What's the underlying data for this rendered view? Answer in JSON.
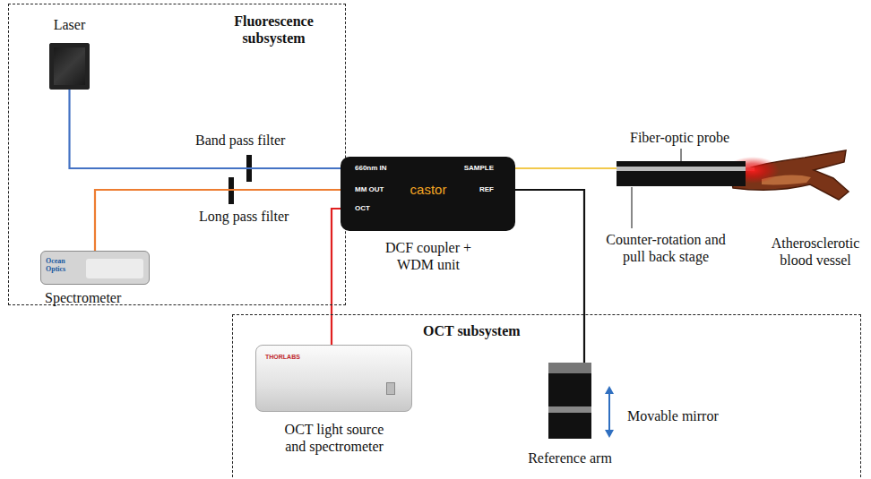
{
  "diagram": {
    "nodes": [
      {
        "text": [
          "Fluorescence subsystem"
        ]
      },
      {
        "text": [
          "Laser"
        ],
        "in": 0
      },
      {
        "text": [
          "Ocean Optics",
          "Spectrometer"
        ],
        "in": 0
      },
      {
        "text": [
          "660nm IN",
          "MM OUT",
          "OCT",
          "SAMPLE",
          "REF",
          "castor",
          "DCF coupler + WDM unit"
        ]
      },
      {
        "text": [
          "Fiber-optic probe",
          "Counter-rotation and pull back stage"
        ]
      },
      {
        "text": [
          "OCT subsystem"
        ]
      },
      {
        "text": [
          "THORLABS",
          "OCT light source and spectrometer"
        ],
        "in": 5
      },
      {
        "text": [
          "Reference arm"
        ],
        "in": 5
      }
    ],
    "edges": [
      {
        "from": 1,
        "to": 3,
        "arrow": "none"
      },
      {
        "from": 2,
        "to": 3,
        "arrow": "none"
      },
      {
        "from": 6,
        "to": 3,
        "arrow": "none"
      },
      {
        "from": 3,
        "to": 4,
        "arrow": "none"
      },
      {
        "from": 3,
        "to": 7,
        "arrow": "none"
      }
    ],
    "labels": [
      "Band pass filter",
      "Long pass filter",
      "Movable mirror",
      "Atherosclerotic blood vessel"
    ]
  }
}
